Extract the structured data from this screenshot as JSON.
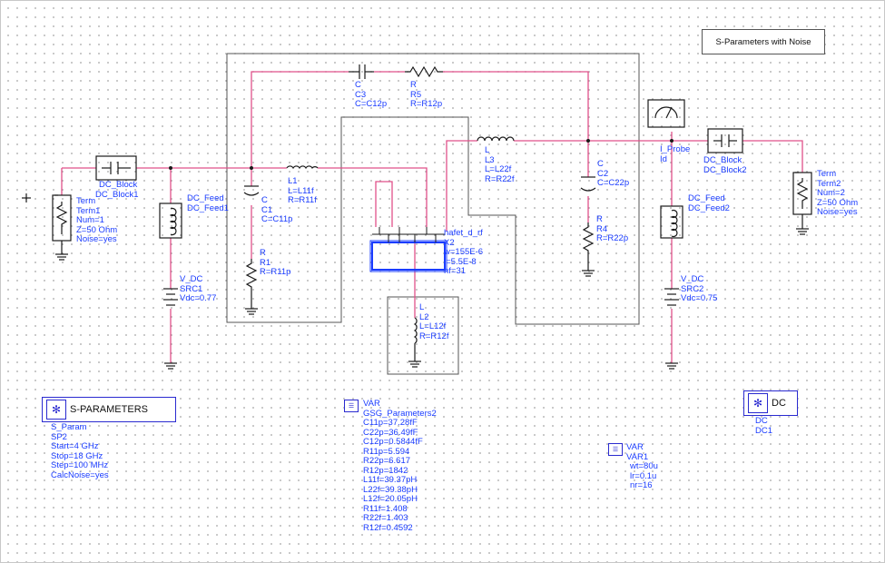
{
  "title": "S-Parameters with Noise",
  "colors": {
    "wire": "#e0508a",
    "component": "#1a1a1a",
    "label": "#1a3cff",
    "grid": "#9a9a9a",
    "box": "#555555"
  },
  "components": {
    "c3": {
      "type": "C",
      "name": "C3",
      "value": "C=C12p"
    },
    "r5": {
      "type": "R",
      "name": "R5",
      "value": "R=R12p"
    },
    "dc_block1": {
      "type": "DC_Block",
      "name": "DC_Block1"
    },
    "term1": {
      "type": "Term",
      "name": "Term1",
      "num": "Num=1",
      "z": "Z=50 Ohm",
      "noise": "Noise=yes"
    },
    "dc_feed1": {
      "type": "DC_Feed",
      "name": "DC_Feed1"
    },
    "c1": {
      "type": "C",
      "name": "C1",
      "value": "C=C11p"
    },
    "l1": {
      "type": "L",
      "name": "L1",
      "l": "L=L11f",
      "r": "R=R11f"
    },
    "r1": {
      "type": "R",
      "name": "R1",
      "value": "R=R11p"
    },
    "src1": {
      "type": "V_DC",
      "name": "SRC1",
      "value": "Vdc=0.77"
    },
    "x2": {
      "type": "hafet_d_rf",
      "name": "X2",
      "w": "w=155E-6",
      "l": "l=5.5E-8",
      "nf": "nf=31"
    },
    "l2": {
      "type": "L",
      "name": "L2",
      "l": "L=L12f",
      "r": "R=R12f"
    },
    "l3": {
      "type": "L",
      "name": "L3",
      "l": "L=L22f",
      "r": "R=R22f"
    },
    "c2": {
      "type": "C",
      "name": "C2",
      "value": "C=C22p"
    },
    "r4": {
      "type": "R",
      "name": "R4",
      "value": "R=R22p"
    },
    "i_probe": {
      "type": "I_Probe",
      "name": "Id"
    },
    "dc_block2": {
      "type": "DC_Block",
      "name": "DC_Block2"
    },
    "term2": {
      "type": "Term",
      "name": "Term2",
      "num": "Num=2",
      "z": "Z=50 Ohm",
      "noise": "Noise=yes"
    },
    "dc_feed2": {
      "type": "DC_Feed",
      "name": "DC_Feed2"
    },
    "src2": {
      "type": "V_DC",
      "name": "SRC2",
      "value": "Vdc=0.75"
    }
  },
  "sparam": {
    "label": "S-PARAMETERS",
    "type": "S_Param",
    "name": "SP2",
    "start": "Start=4 GHz",
    "stop": "Stop=18 GHz",
    "step": "Step=100 MHz",
    "calc": "CalcNoise=yes"
  },
  "var_gsg": {
    "type": "VAR",
    "name": "GSG_Parameters2",
    "lines": [
      "C11p=37.28fF",
      "C22p=36.49fF",
      "C12p=0.5844fF",
      "R11p=5.594",
      "R22p=6.617",
      "R12p=1842",
      "L11f=39.37pH",
      "L22f=39.38pH",
      "L12f=20.05pH",
      "R11f=1.408",
      "R22f=1.403",
      "R12f=0.4592"
    ]
  },
  "var1": {
    "type": "VAR",
    "name": "VAR1",
    "lines": [
      "wt=80u",
      "lr=0.1u",
      "nr=16"
    ]
  },
  "dc": {
    "label": "DC",
    "type": "DC",
    "name": "DC1"
  }
}
